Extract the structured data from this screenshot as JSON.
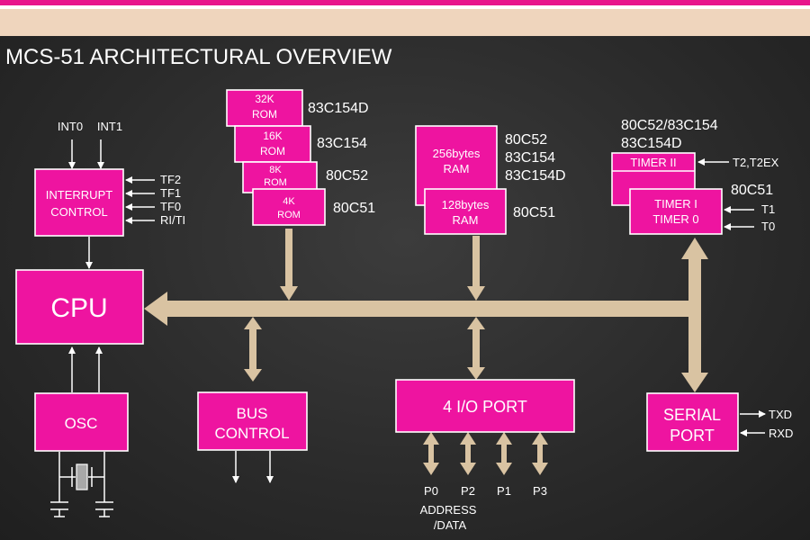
{
  "title": "MCS-51 ARCHITECTURAL OVERVIEW",
  "interrupt": {
    "inputs": [
      "INT0",
      "INT1"
    ],
    "line1": "INTERRUPT",
    "line2": "CONTROL",
    "side": [
      "TF2",
      "TF1",
      "TF0",
      "RI/TI"
    ]
  },
  "cpu": "CPU",
  "osc": "OSC",
  "rom": {
    "blocks": [
      {
        "size": "32K",
        "word": "ROM",
        "chip": "83C154D"
      },
      {
        "size": "16K",
        "word": "ROM",
        "chip": "83C154"
      },
      {
        "size": "8K",
        "word": "ROM",
        "chip": "80C52"
      },
      {
        "size": "4K",
        "word": "ROM",
        "chip": "80C51"
      }
    ]
  },
  "ram": {
    "big": {
      "size": "256bytes",
      "word": "RAM",
      "chips": [
        "80C52",
        "83C154",
        "83C154D"
      ]
    },
    "small": {
      "size": "128bytes",
      "word": "RAM",
      "chip": "80C51"
    }
  },
  "timers": {
    "top_chips": [
      "80C52/83C154",
      "83C154D"
    ],
    "timer2": "TIMER II",
    "timer2_input": "T2,T2EX",
    "timer10_chip": "80C51",
    "timer1": "TIMER I",
    "timer0": "TIMER 0",
    "inputs": [
      "T1",
      "T0"
    ]
  },
  "bus_control": {
    "line1": "BUS",
    "line2": "CONTROL"
  },
  "io": {
    "label": "4 I/O PORT",
    "ports": [
      "P0",
      "P2",
      "P1",
      "P3"
    ],
    "addr1": "ADDRESS",
    "addr2": "/DATA"
  },
  "serial": {
    "line1": "SERIAL",
    "line2": "PORT",
    "outputs": [
      "TXD",
      "RXD"
    ]
  },
  "colors": {
    "block": "#ee14a0",
    "bus": "#d9c3a2",
    "header": "#e8158c",
    "band": "#efd5bd"
  }
}
